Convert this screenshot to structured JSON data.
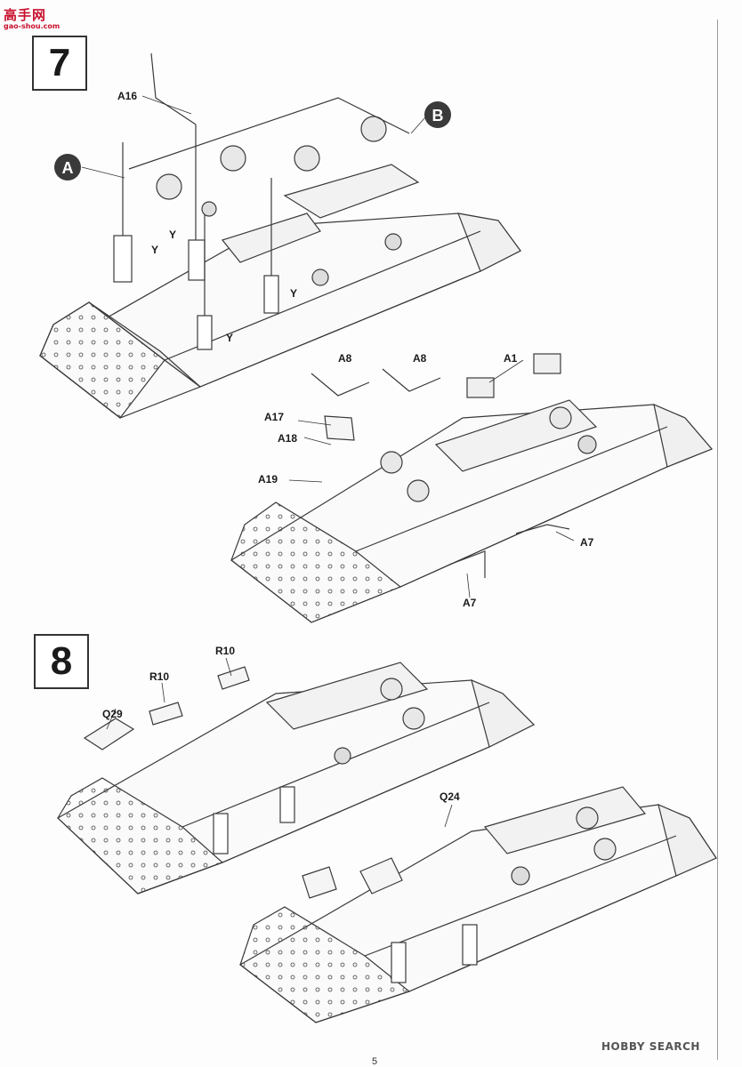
{
  "watermark": {
    "main": "高手网",
    "sub": "gao-shou.com"
  },
  "steps": {
    "step7": "7",
    "step8": "8"
  },
  "markers": {
    "a": "A",
    "b": "B"
  },
  "labels": {
    "a16": "A16",
    "y": "Y",
    "a8": "A8",
    "a1": "A1",
    "a17": "A17",
    "a18": "A18",
    "a19": "A19",
    "a7": "A7",
    "q29": "Q29",
    "r10": "R10",
    "q24": "Q24"
  },
  "footer": {
    "logo": "HOBBY SEARCH",
    "page_number": "5"
  }
}
